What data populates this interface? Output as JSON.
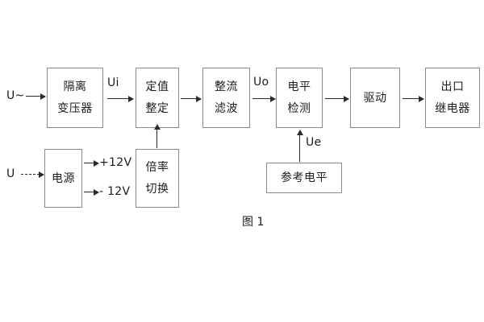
{
  "diagram": {
    "caption": "图 1",
    "blocks": [
      {
        "id": "isolation-transformer",
        "lines": [
          "隔离",
          "变压器"
        ]
      },
      {
        "id": "setting-value",
        "lines": [
          "定值",
          "整定"
        ]
      },
      {
        "id": "rectify-filter",
        "lines": [
          "整流",
          "滤波"
        ]
      },
      {
        "id": "level-detection",
        "lines": [
          "电平",
          "检测"
        ]
      },
      {
        "id": "drive",
        "lines": [
          "驱动"
        ]
      },
      {
        "id": "output-relay",
        "lines": [
          "出口",
          "继电器"
        ]
      },
      {
        "id": "power-supply",
        "lines": [
          "电源"
        ]
      },
      {
        "id": "multiplier-switch",
        "lines": [
          "倍率",
          "切换"
        ]
      },
      {
        "id": "reference-level",
        "lines": [
          "参考电平"
        ]
      }
    ],
    "signals": {
      "input_ac": "U~",
      "input_dc": "U",
      "ui": "Ui",
      "uo": "Uo",
      "ue": "Ue",
      "rail_positive": "+12V",
      "rail_negative": "- 12V"
    }
  }
}
